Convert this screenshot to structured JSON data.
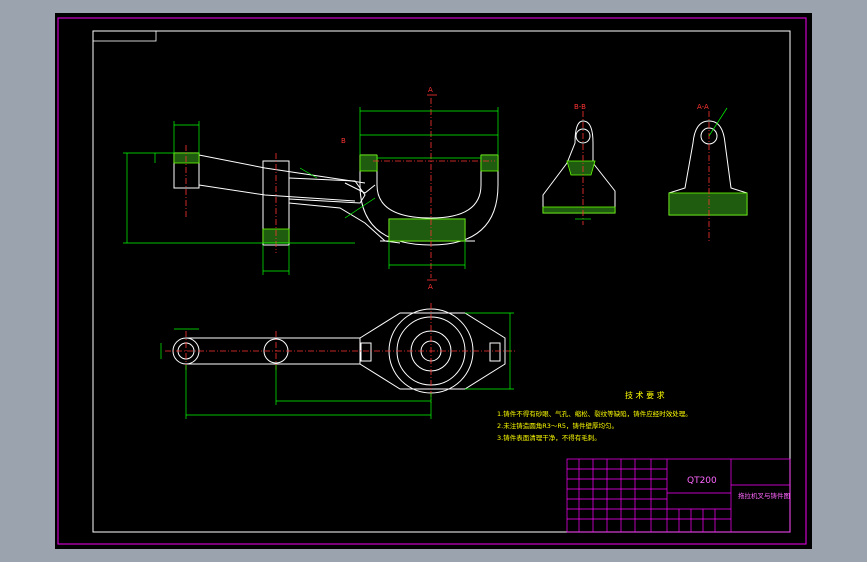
{
  "drawing": {
    "material_label": "QT200",
    "part_name": "拖拉机叉与铸件图",
    "tech_requirements_title": "技 术 要 求",
    "notes": [
      "1.铸件不得有砂眼、气孔、缩松、裂纹等缺陷，铸件应经时效处理。",
      "2.未注铸造圆角R3～R5，铸件壁厚均匀。",
      "3.铸件表面清理干净，不得有毛刺。"
    ],
    "section_labels": {
      "view_a_top": "A",
      "view_a_bottom": "A",
      "view_b": "B",
      "section_bb": "B-B",
      "section_aa": "A-A"
    }
  },
  "colors": {
    "background": "#9aa3ae",
    "sheet": "#000000",
    "frame": "#cc00cc",
    "outline": "#ffffff",
    "dimension": "#00ff00",
    "center_line": "#ff3333",
    "section_hatch": "#66ff00",
    "note_text": "#ffff00",
    "title_block": "#ff00ff"
  }
}
